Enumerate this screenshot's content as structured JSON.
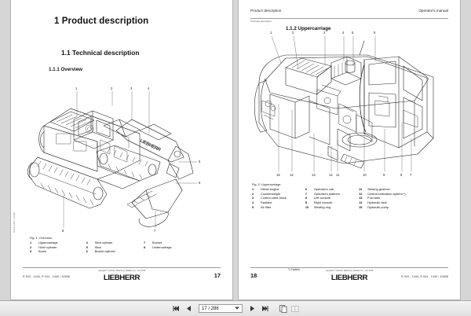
{
  "app": {
    "background": "#d6d6d6",
    "page_background": "#ffffff"
  },
  "left_page": {
    "chapter_title": "1  Product description",
    "section_title": "1.1  Technical description",
    "subsection_title": "1.1.1  Overview",
    "figure_caption": "Fig. 1: Overview",
    "figure_alt": "Line drawing of a tracked hydraulic excavator with numbered callouts 1 to 8",
    "callouts": [
      "1",
      "2",
      "3",
      "4",
      "5",
      "6",
      "7",
      "8"
    ],
    "legend": [
      [
        {
          "num": "1",
          "label": "Uppercarriage"
        },
        {
          "num": "2",
          "label": "Hoist cylinder"
        },
        {
          "num": "3",
          "label": "Boom"
        }
      ],
      [
        {
          "num": "4",
          "label": "Stick cylinder"
        },
        {
          "num": "5",
          "label": "Stick"
        },
        {
          "num": "6",
          "label": "Bucket cylinder"
        }
      ],
      [
        {
          "num": "7",
          "label": "Bucket"
        },
        {
          "num": "8",
          "label": "Undercarriage"
        }
      ]
    ],
    "footer": {
      "model": "R 924 - 1444, R 924 - 1440 / 42838",
      "copyright": "copyright © Liebherr Machinery (Dalian) Co., Ltd. 2016",
      "logo": "LIEBHERR",
      "page_number": "17"
    },
    "side_code": "R924-1444 / 42838"
  },
  "right_page": {
    "header_left": "Product description",
    "header_right": "Operator's manual",
    "header_sub": "Technical description",
    "subsection_title": "1.1.2  Uppercarriage",
    "figure_caption": "Fig. 2: Uppercarriage",
    "figure_alt": "Cutaway line drawing of the excavator uppercarriage with numbered callouts 1 to 15",
    "callouts_top": [
      "1",
      "2",
      "3",
      "4",
      "5",
      "6"
    ],
    "callouts_bottom": [
      "15",
      "14",
      "13",
      "12",
      "11",
      "10",
      "9",
      "8",
      "7"
    ],
    "legend": [
      [
        {
          "num": "1",
          "label": "Diesel engine"
        },
        {
          "num": "2",
          "label": "Counterweight"
        },
        {
          "num": "3",
          "label": "Control valve block"
        },
        {
          "num": "4",
          "label": "Radiator"
        },
        {
          "num": "5",
          "label": "Air filter"
        }
      ],
      [
        {
          "num": "6",
          "label": "Operator's cab"
        },
        {
          "num": "7",
          "label": "Operator's platform"
        },
        {
          "num": "8",
          "label": "Left console"
        },
        {
          "num": "9",
          "label": "Right console"
        },
        {
          "num": "10",
          "label": "Slewing ring"
        }
      ],
      [
        {
          "num": "11",
          "label": "Slewing gearbox"
        },
        {
          "num": "12",
          "label": "Central lubrication system *)"
        },
        {
          "num": "13",
          "label": "Fuel tank"
        },
        {
          "num": "14",
          "label": "Hydraulic tank"
        },
        {
          "num": "15",
          "label": "Hydraulic pump"
        }
      ]
    ],
    "footnote": "*) Option",
    "footer": {
      "page_number": "18",
      "copyright": "copyright © Liebherr Machinery (Dalian) Co., Ltd. 2016",
      "logo": "LIEBHERR",
      "model": "R 924 - 1444, R 924 - 1440 / 42838"
    }
  },
  "toolbar": {
    "first_page_icon": "first-page-icon",
    "prev_page_icon": "previous-page-icon",
    "page_value": "17 / 286",
    "dropdown_icon": "chevron-down-icon",
    "next_page_icon": "next-page-icon",
    "last_page_icon": "last-page-icon",
    "single_page_icon": "single-page-view-icon",
    "facing_page_icon": "facing-page-view-icon"
  }
}
